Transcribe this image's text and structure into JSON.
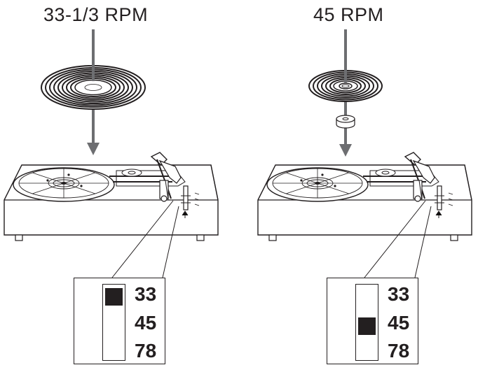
{
  "panels": [
    {
      "title": "33-1/3 RPM",
      "speed_labels": [
        "33",
        "45",
        "78"
      ],
      "selected_speed": "33",
      "record": "12-inch LP",
      "adapter_shown": false
    },
    {
      "title": "45 RPM",
      "speed_labels": [
        "33",
        "45",
        "78"
      ],
      "selected_speed": "45",
      "record": "7-inch single",
      "adapter_shown": true
    }
  ],
  "icons": [
    "record-icon",
    "arrow-down-icon",
    "turntable-icon",
    "adapter-icon",
    "speed-knob-icon"
  ],
  "colors": {
    "ink": "#231f20",
    "paper": "#ffffff"
  }
}
